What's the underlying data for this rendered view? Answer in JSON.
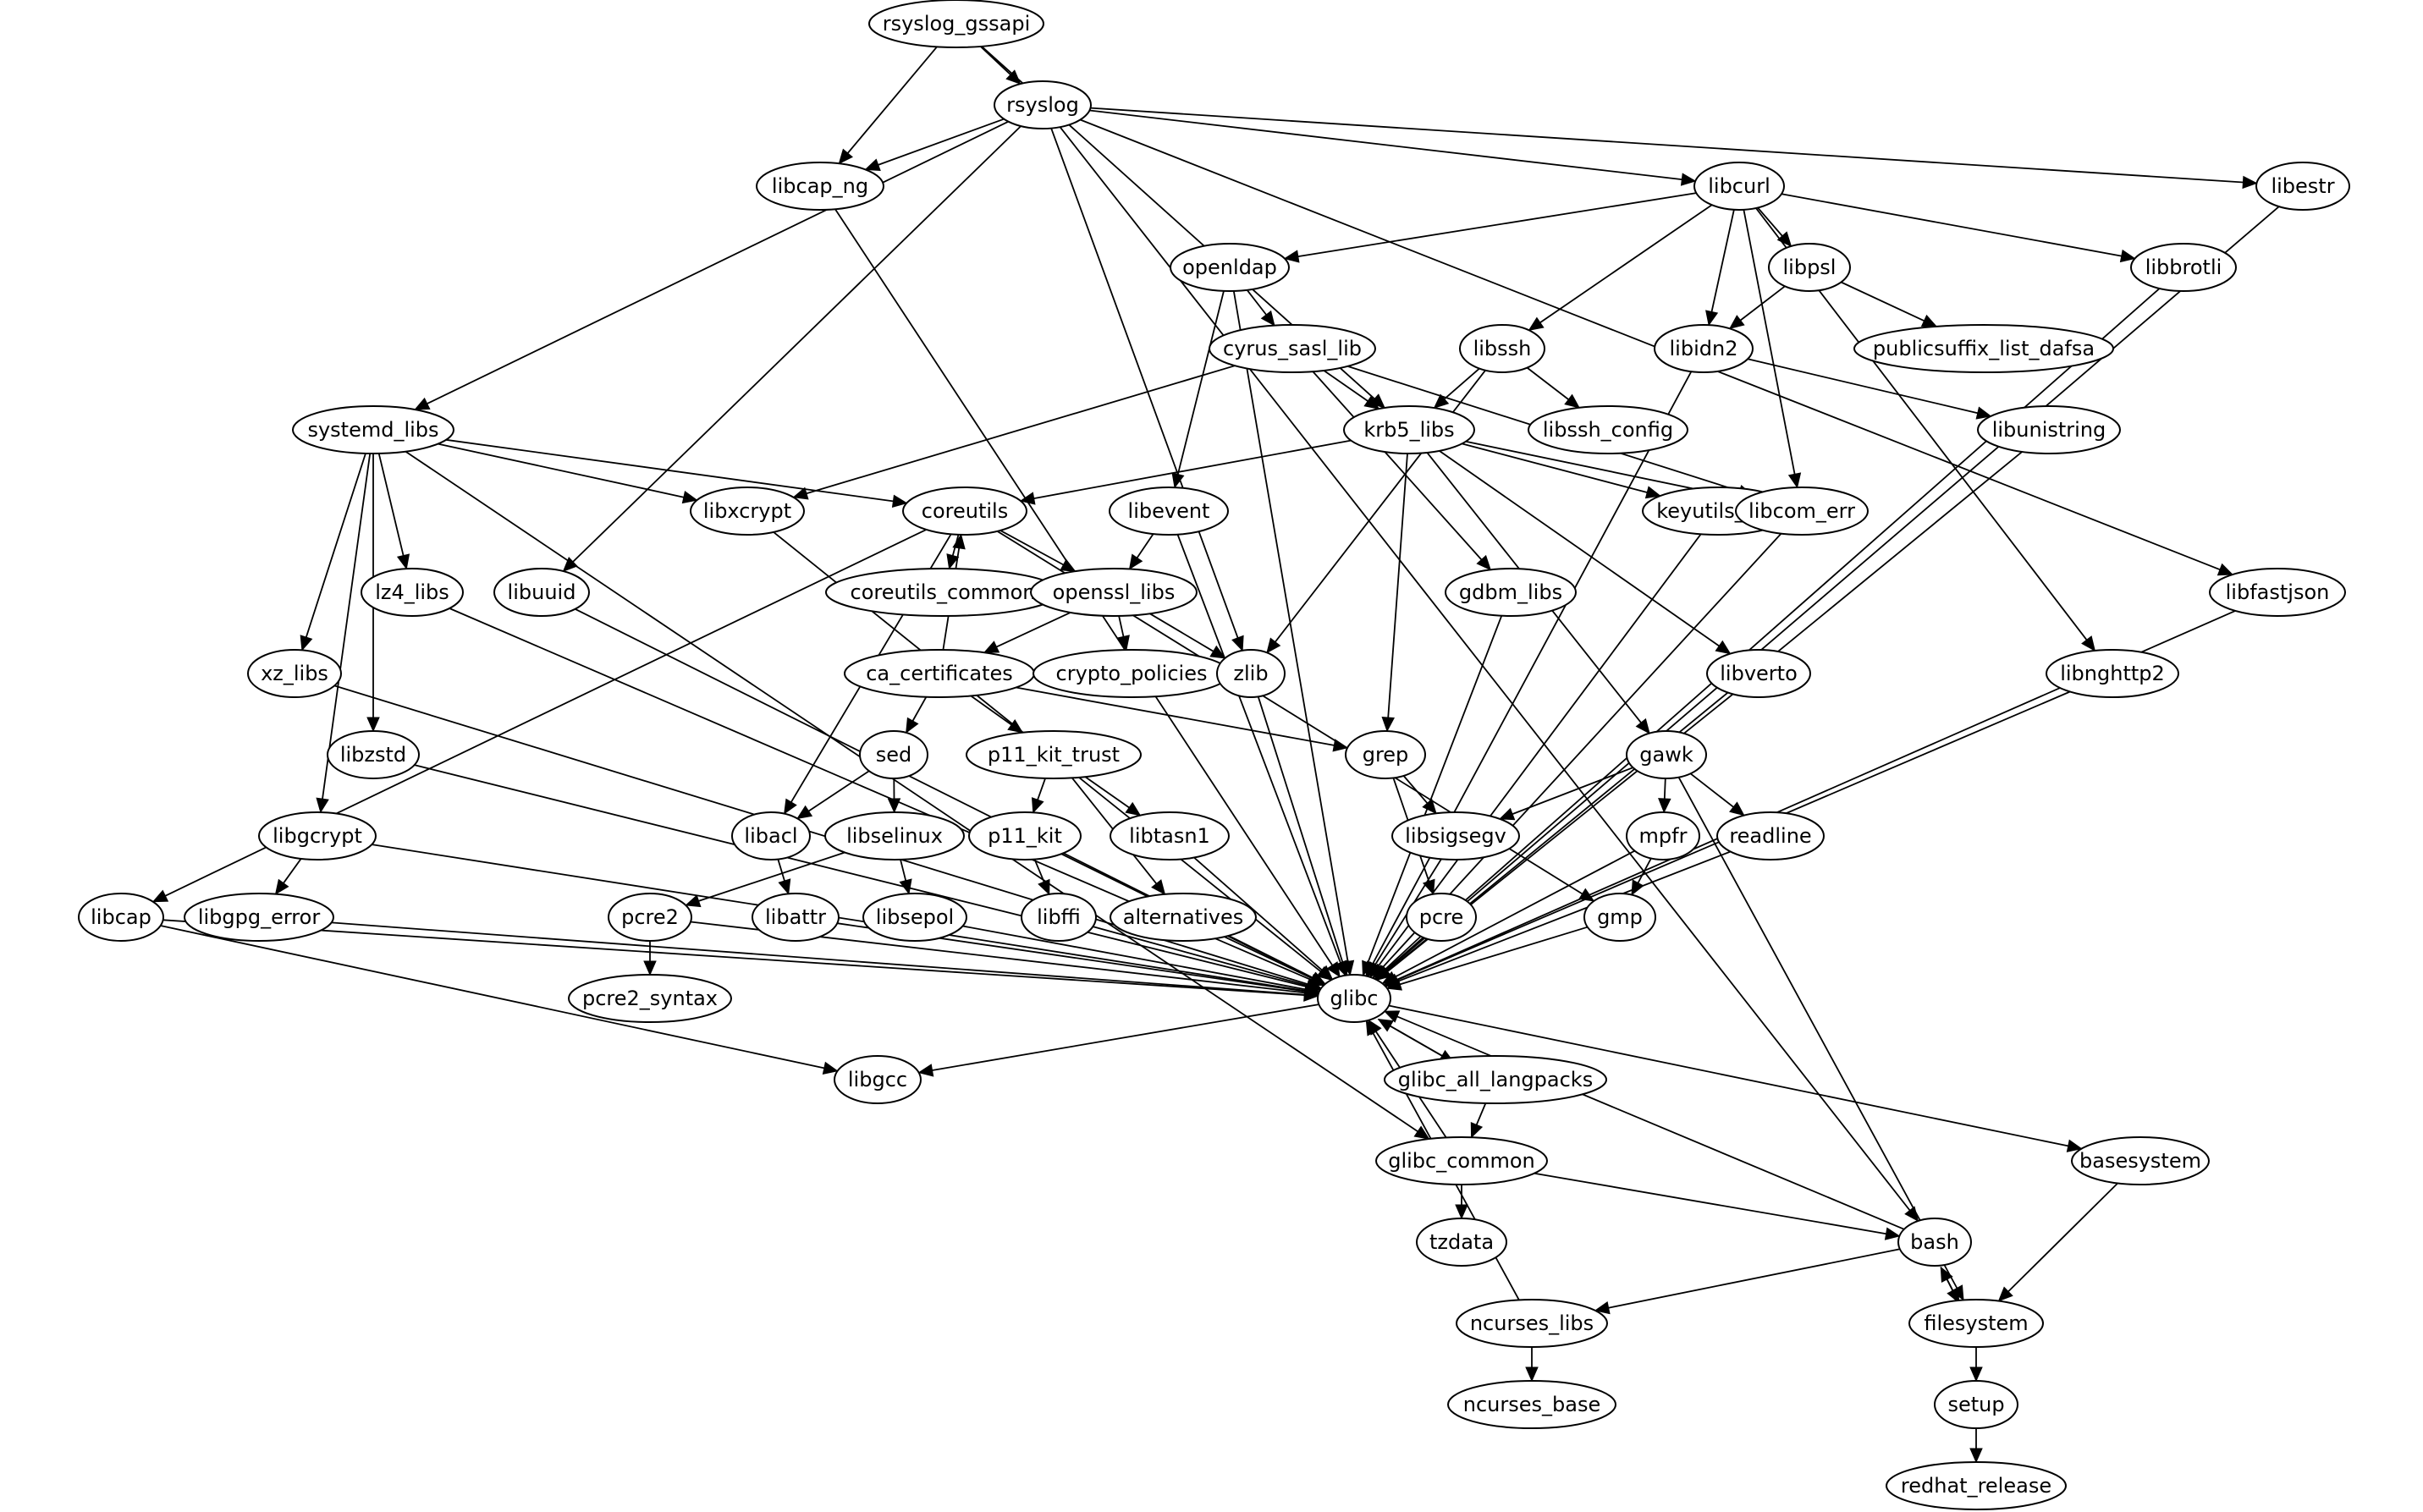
{
  "graph": {
    "type": "directed-dependency-graph",
    "nodes": [
      {
        "id": "rsyslog_gssapi",
        "label": "rsyslog_gssapi"
      },
      {
        "id": "rsyslog",
        "label": "rsyslog"
      },
      {
        "id": "libcap_ng",
        "label": "libcap_ng"
      },
      {
        "id": "libcurl",
        "label": "libcurl"
      },
      {
        "id": "libestr",
        "label": "libestr"
      },
      {
        "id": "openldap",
        "label": "openldap"
      },
      {
        "id": "libpsl",
        "label": "libpsl"
      },
      {
        "id": "libbrotli",
        "label": "libbrotli"
      },
      {
        "id": "cyrus_sasl_lib",
        "label": "cyrus_sasl_lib"
      },
      {
        "id": "libssh",
        "label": "libssh"
      },
      {
        "id": "libidn2",
        "label": "libidn2"
      },
      {
        "id": "publicsuffix_list_dafsa",
        "label": "publicsuffix_list_dafsa"
      },
      {
        "id": "systemd_libs",
        "label": "systemd_libs"
      },
      {
        "id": "krb5_libs",
        "label": "krb5_libs"
      },
      {
        "id": "libssh_config",
        "label": "libssh_config"
      },
      {
        "id": "libunistring",
        "label": "libunistring"
      },
      {
        "id": "libxcrypt",
        "label": "libxcrypt"
      },
      {
        "id": "coreutils",
        "label": "coreutils"
      },
      {
        "id": "libevent",
        "label": "libevent"
      },
      {
        "id": "keyutils_libs",
        "label": "keyutils_libs"
      },
      {
        "id": "libcom_err",
        "label": "libcom_err"
      },
      {
        "id": "lz4_libs",
        "label": "lz4_libs"
      },
      {
        "id": "libuuid",
        "label": "libuuid"
      },
      {
        "id": "coreutils_common",
        "label": "coreutils_common"
      },
      {
        "id": "openssl_libs",
        "label": "openssl_libs"
      },
      {
        "id": "gdbm_libs",
        "label": "gdbm_libs"
      },
      {
        "id": "libfastjson",
        "label": "libfastjson"
      },
      {
        "id": "xz_libs",
        "label": "xz_libs"
      },
      {
        "id": "ca_certificates",
        "label": "ca_certificates"
      },
      {
        "id": "crypto_policies",
        "label": "crypto_policies"
      },
      {
        "id": "zlib",
        "label": "zlib"
      },
      {
        "id": "libverto",
        "label": "libverto"
      },
      {
        "id": "libnghttp2",
        "label": "libnghttp2"
      },
      {
        "id": "libzstd",
        "label": "libzstd"
      },
      {
        "id": "sed",
        "label": "sed"
      },
      {
        "id": "p11_kit_trust",
        "label": "p11_kit_trust"
      },
      {
        "id": "grep",
        "label": "grep"
      },
      {
        "id": "gawk",
        "label": "gawk"
      },
      {
        "id": "libgcrypt",
        "label": "libgcrypt"
      },
      {
        "id": "libacl",
        "label": "libacl"
      },
      {
        "id": "libselinux",
        "label": "libselinux"
      },
      {
        "id": "p11_kit",
        "label": "p11_kit"
      },
      {
        "id": "libtasn1",
        "label": "libtasn1"
      },
      {
        "id": "libsigsegv",
        "label": "libsigsegv"
      },
      {
        "id": "mpfr",
        "label": "mpfr"
      },
      {
        "id": "readline",
        "label": "readline"
      },
      {
        "id": "libcap",
        "label": "libcap"
      },
      {
        "id": "libgpg_error",
        "label": "libgpg_error"
      },
      {
        "id": "pcre2",
        "label": "pcre2"
      },
      {
        "id": "libattr",
        "label": "libattr"
      },
      {
        "id": "libsepol",
        "label": "libsepol"
      },
      {
        "id": "libffi",
        "label": "libffi"
      },
      {
        "id": "alternatives",
        "label": "alternatives"
      },
      {
        "id": "pcre",
        "label": "pcre"
      },
      {
        "id": "gmp",
        "label": "gmp"
      },
      {
        "id": "glibc",
        "label": "glibc"
      },
      {
        "id": "pcre2_syntax",
        "label": "pcre2_syntax"
      },
      {
        "id": "libgcc",
        "label": "libgcc"
      },
      {
        "id": "glibc_all_langpacks",
        "label": "glibc_all_langpacks"
      },
      {
        "id": "glibc_common",
        "label": "glibc_common"
      },
      {
        "id": "basesystem",
        "label": "basesystem"
      },
      {
        "id": "tzdata",
        "label": "tzdata"
      },
      {
        "id": "bash",
        "label": "bash"
      },
      {
        "id": "ncurses_libs",
        "label": "ncurses_libs"
      },
      {
        "id": "filesystem",
        "label": "filesystem"
      },
      {
        "id": "ncurses_base",
        "label": "ncurses_base"
      },
      {
        "id": "setup",
        "label": "setup"
      },
      {
        "id": "redhat_release",
        "label": "redhat_release"
      }
    ],
    "edges": [
      [
        "rsyslog_gssapi",
        "rsyslog"
      ],
      [
        "rsyslog_gssapi",
        "libcap_ng"
      ],
      [
        "rsyslog_gssapi",
        "krb5_libs"
      ],
      [
        "rsyslog",
        "libcap_ng"
      ],
      [
        "rsyslog",
        "libcurl"
      ],
      [
        "rsyslog",
        "libestr"
      ],
      [
        "rsyslog",
        "libfastjson"
      ],
      [
        "rsyslog",
        "systemd_libs"
      ],
      [
        "rsyslog",
        "libuuid"
      ],
      [
        "rsyslog",
        "zlib"
      ],
      [
        "rsyslog",
        "bash"
      ],
      [
        "libcap_ng",
        "glibc"
      ],
      [
        "libcurl",
        "openldap"
      ],
      [
        "libcurl",
        "libpsl"
      ],
      [
        "libcurl",
        "libbrotli"
      ],
      [
        "libcurl",
        "libssh"
      ],
      [
        "libcurl",
        "libidn2"
      ],
      [
        "libcurl",
        "libcom_err"
      ],
      [
        "libcurl",
        "libnghttp2"
      ],
      [
        "libestr",
        "glibc"
      ],
      [
        "openldap",
        "cyrus_sasl_lib"
      ],
      [
        "openldap",
        "libevent"
      ],
      [
        "openldap",
        "glibc"
      ],
      [
        "libpsl",
        "libidn2"
      ],
      [
        "libpsl",
        "publicsuffix_list_dafsa"
      ],
      [
        "libbrotli",
        "glibc"
      ],
      [
        "cyrus_sasl_lib",
        "krb5_libs"
      ],
      [
        "cyrus_sasl_lib",
        "libxcrypt"
      ],
      [
        "cyrus_sasl_lib",
        "gdbm_libs"
      ],
      [
        "cyrus_sasl_lib",
        "libcom_err"
      ],
      [
        "libssh",
        "krb5_libs"
      ],
      [
        "libssh",
        "libssh_config"
      ],
      [
        "libssh",
        "zlib"
      ],
      [
        "libidn2",
        "libunistring"
      ],
      [
        "libidn2",
        "glibc"
      ],
      [
        "systemd_libs",
        "coreutils"
      ],
      [
        "systemd_libs",
        "libxcrypt"
      ],
      [
        "systemd_libs",
        "lz4_libs"
      ],
      [
        "systemd_libs",
        "xz_libs"
      ],
      [
        "systemd_libs",
        "libzstd"
      ],
      [
        "systemd_libs",
        "libgcrypt"
      ],
      [
        "systemd_libs",
        "glibc_common"
      ],
      [
        "krb5_libs",
        "coreutils"
      ],
      [
        "krb5_libs",
        "keyutils_libs"
      ],
      [
        "krb5_libs",
        "libcom_err"
      ],
      [
        "krb5_libs",
        "libverto"
      ],
      [
        "krb5_libs",
        "gawk"
      ],
      [
        "krb5_libs",
        "grep"
      ],
      [
        "libunistring",
        "glibc"
      ],
      [
        "libxcrypt",
        "glibc"
      ],
      [
        "coreutils",
        "coreutils_common"
      ],
      [
        "coreutils",
        "openssl_libs"
      ],
      [
        "coreutils",
        "libacl"
      ],
      [
        "coreutils",
        "libcap"
      ],
      [
        "coreutils",
        "gmp"
      ],
      [
        "libevent",
        "openssl_libs"
      ],
      [
        "libevent",
        "glibc"
      ],
      [
        "keyutils_libs",
        "glibc"
      ],
      [
        "libcom_err",
        "glibc"
      ],
      [
        "lz4_libs",
        "glibc"
      ],
      [
        "libuuid",
        "glibc"
      ],
      [
        "openssl_libs",
        "ca_certificates"
      ],
      [
        "openssl_libs",
        "crypto_policies"
      ],
      [
        "openssl_libs",
        "zlib"
      ],
      [
        "gdbm_libs",
        "glibc"
      ],
      [
        "libfastjson",
        "glibc"
      ],
      [
        "xz_libs",
        "glibc"
      ],
      [
        "ca_certificates",
        "coreutils"
      ],
      [
        "ca_certificates",
        "sed"
      ],
      [
        "ca_certificates",
        "p11_kit_trust"
      ],
      [
        "ca_certificates",
        "grep"
      ],
      [
        "zlib",
        "glibc"
      ],
      [
        "libverto",
        "glibc"
      ],
      [
        "libnghttp2",
        "glibc"
      ],
      [
        "libzstd",
        "glibc"
      ],
      [
        "sed",
        "libacl"
      ],
      [
        "sed",
        "libselinux"
      ],
      [
        "p11_kit_trust",
        "p11_kit"
      ],
      [
        "p11_kit_trust",
        "libtasn1"
      ],
      [
        "p11_kit_trust",
        "alternatives"
      ],
      [
        "grep",
        "libsigsegv"
      ],
      [
        "grep",
        "pcre"
      ],
      [
        "gawk",
        "libsigsegv"
      ],
      [
        "gawk",
        "mpfr"
      ],
      [
        "gawk",
        "readline"
      ],
      [
        "gawk",
        "filesystem"
      ],
      [
        "libgcrypt",
        "libgpg_error"
      ],
      [
        "libgcrypt",
        "glibc"
      ],
      [
        "libacl",
        "libattr"
      ],
      [
        "libselinux",
        "pcre2"
      ],
      [
        "libselinux",
        "libsepol"
      ],
      [
        "p11_kit",
        "libffi"
      ],
      [
        "p11_kit",
        "glibc"
      ],
      [
        "libtasn1",
        "glibc"
      ],
      [
        "libsigsegv",
        "glibc"
      ],
      [
        "mpfr",
        "gmp"
      ],
      [
        "mpfr",
        "glibc"
      ],
      [
        "readline",
        "glibc"
      ],
      [
        "libcap",
        "glibc"
      ],
      [
        "libcap",
        "libgcc"
      ],
      [
        "libgpg_error",
        "glibc"
      ],
      [
        "pcre2",
        "pcre2_syntax"
      ],
      [
        "pcre2",
        "glibc"
      ],
      [
        "libattr",
        "glibc"
      ],
      [
        "libsepol",
        "glibc"
      ],
      [
        "libffi",
        "glibc"
      ],
      [
        "alternatives",
        "glibc"
      ],
      [
        "pcre",
        "glibc"
      ],
      [
        "gmp",
        "glibc"
      ],
      [
        "glibc",
        "libgcc"
      ],
      [
        "glibc",
        "glibc_all_langpacks"
      ],
      [
        "glibc",
        "basesystem"
      ],
      [
        "glibc_all_langpacks",
        "glibc"
      ],
      [
        "glibc_all_langpacks",
        "glibc_common"
      ],
      [
        "glibc_common",
        "glibc"
      ],
      [
        "glibc_common",
        "tzdata"
      ],
      [
        "glibc_common",
        "bash"
      ],
      [
        "basesystem",
        "filesystem"
      ],
      [
        "bash",
        "glibc"
      ],
      [
        "bash",
        "ncurses_libs"
      ],
      [
        "bash",
        "filesystem"
      ],
      [
        "filesystem",
        "bash"
      ],
      [
        "filesystem",
        "setup"
      ],
      [
        "ncurses_libs",
        "glibc"
      ],
      [
        "ncurses_libs",
        "ncurses_base"
      ],
      [
        "setup",
        "redhat_release"
      ]
    ]
  }
}
